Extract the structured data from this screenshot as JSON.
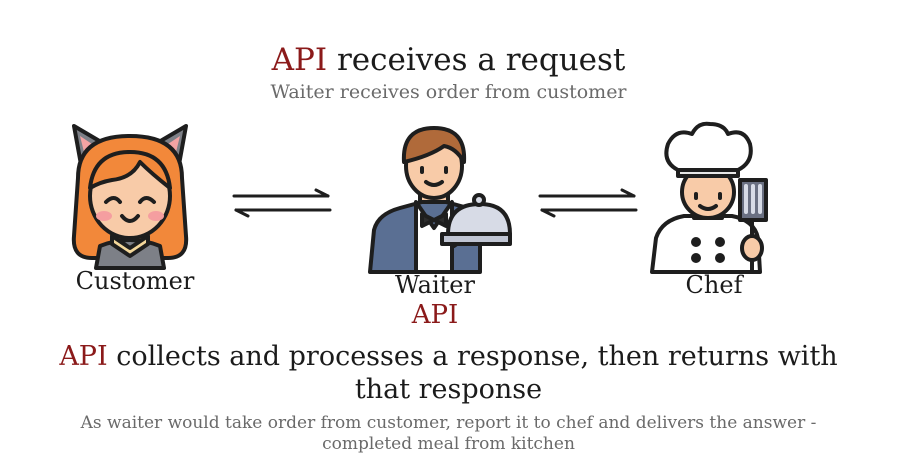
{
  "header": {
    "title_accent": "API",
    "title_rest": " receives a request",
    "subtitle": "Waiter receives order from customer"
  },
  "actors": {
    "customer": {
      "label": "Customer",
      "icon": "customer-icon"
    },
    "waiter": {
      "label": "Waiter",
      "sublabel": "API",
      "icon": "waiter-icon"
    },
    "chef": {
      "label": "Chef",
      "icon": "chef-icon"
    }
  },
  "arrows": {
    "left": "exchange-arrows-icon",
    "right": "exchange-arrows-icon"
  },
  "footer": {
    "response_accent": "API",
    "response_rest_line1": " collects and processes a response, then returns with",
    "response_line2": "that response",
    "description_line1": "As waiter would take order from customer, report it to chef and delivers the answer -",
    "description_line2": "completed meal from kitchen"
  },
  "colors": {
    "accent": "#8b1a1a",
    "subtle_text": "#6a6a6a",
    "skin": "#f8cba8",
    "hair_customer": "#f2883a",
    "vest": "#5a6f93",
    "waiter_hair": "#b06a3a",
    "outline": "#1e1e1e"
  }
}
